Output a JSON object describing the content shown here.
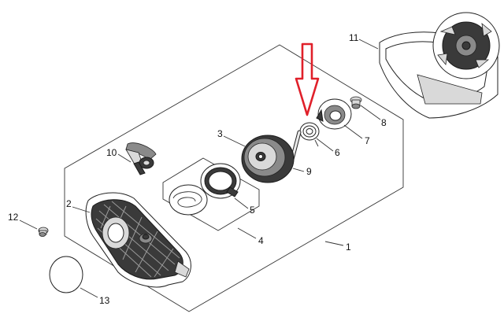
{
  "diagram": {
    "callouts": [
      {
        "id": "c1",
        "label": "1"
      },
      {
        "id": "c2",
        "label": "2"
      },
      {
        "id": "c3",
        "label": "3"
      },
      {
        "id": "c4",
        "label": "4"
      },
      {
        "id": "c5",
        "label": "5"
      },
      {
        "id": "c6",
        "label": "6"
      },
      {
        "id": "c7",
        "label": "7"
      },
      {
        "id": "c8",
        "label": "8"
      },
      {
        "id": "c9",
        "label": "9"
      },
      {
        "id": "c10",
        "label": "10"
      },
      {
        "id": "c11",
        "label": "11"
      },
      {
        "id": "c12",
        "label": "12"
      },
      {
        "id": "c13",
        "label": "13"
      }
    ],
    "highlight_arrow_color": "#e0202a"
  }
}
